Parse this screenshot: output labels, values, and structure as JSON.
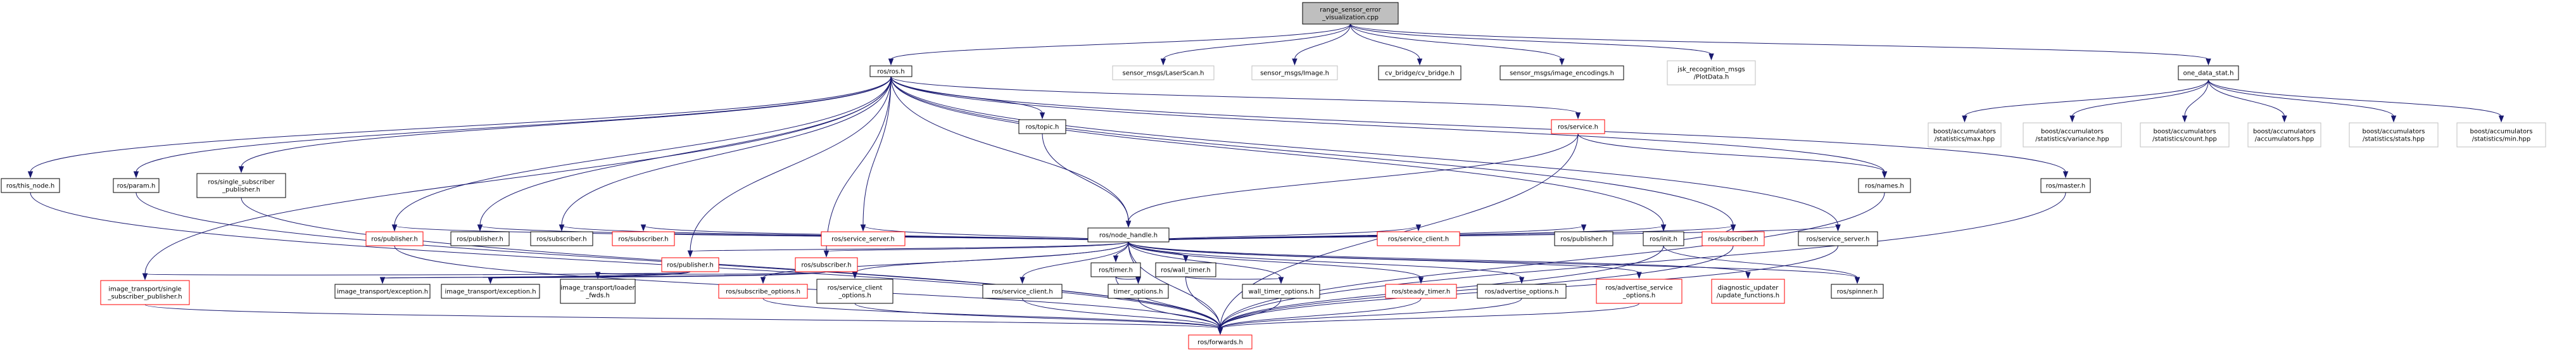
{
  "colors": {
    "edge": "#191970",
    "box_normal": "#000000",
    "box_missing_doc": "#ff0000",
    "box_external": "#bfbfbf",
    "root_fill": "#bfbfbf"
  },
  "nodes": [
    {
      "id": "root",
      "lines": [
        "range_sensor_error",
        "_visualization.cpp"
      ],
      "style": "root"
    },
    {
      "id": "rosros",
      "lines": [
        "ros/ros.h"
      ],
      "style": "normal"
    },
    {
      "id": "laserscan",
      "lines": [
        "sensor_msgs/LaserScan.h"
      ],
      "style": "external"
    },
    {
      "id": "image",
      "lines": [
        "sensor_msgs/Image.h"
      ],
      "style": "external"
    },
    {
      "id": "cvbridge",
      "lines": [
        "cv_bridge/cv_bridge.h"
      ],
      "style": "normal"
    },
    {
      "id": "imgenc",
      "lines": [
        "sensor_msgs/image_encodings.h"
      ],
      "style": "normal"
    },
    {
      "id": "plotdata",
      "lines": [
        "jsk_recognition_msgs",
        "/PlotData.h"
      ],
      "style": "external"
    },
    {
      "id": "onedata",
      "lines": [
        "one_data_stat.h"
      ],
      "style": "normal"
    },
    {
      "id": "bamax",
      "lines": [
        "boost/accumulators",
        "/statistics/max.hpp"
      ],
      "style": "external"
    },
    {
      "id": "bavar",
      "lines": [
        "boost/accumulators",
        "/statistics/variance.hpp"
      ],
      "style": "external"
    },
    {
      "id": "bacount",
      "lines": [
        "boost/accumulators",
        "/statistics/count.hpp"
      ],
      "style": "external"
    },
    {
      "id": "baacc",
      "lines": [
        "boost/accumulators",
        "/accumulators.hpp"
      ],
      "style": "external"
    },
    {
      "id": "bastats",
      "lines": [
        "boost/accumulators",
        "/statistics/stats.hpp"
      ],
      "style": "external"
    },
    {
      "id": "bamin",
      "lines": [
        "boost/accumulators",
        "/statistics/min.hpp"
      ],
      "style": "external"
    },
    {
      "id": "thisnode",
      "lines": [
        "ros/this_node.h"
      ],
      "style": "normal"
    },
    {
      "id": "param",
      "lines": [
        "ros/param.h"
      ],
      "style": "normal"
    },
    {
      "id": "singlesub",
      "lines": [
        "ros/single_subscriber",
        "_publisher.h"
      ],
      "style": "normal"
    },
    {
      "id": "topic",
      "lines": [
        "ros/topic.h"
      ],
      "style": "normal"
    },
    {
      "id": "service",
      "lines": [
        "ros/service.h"
      ],
      "style": "missing"
    },
    {
      "id": "names",
      "lines": [
        "ros/names.h"
      ],
      "style": "normal"
    },
    {
      "id": "master",
      "lines": [
        "ros/master.h"
      ],
      "style": "normal"
    },
    {
      "id": "nodehandle",
      "lines": [
        "ros/node_handle.h"
      ],
      "style": "normal"
    },
    {
      "id": "pub1",
      "lines": [
        "ros/publisher.h"
      ],
      "style": "missing"
    },
    {
      "id": "pub2",
      "lines": [
        "ros/publisher.h"
      ],
      "style": "normal"
    },
    {
      "id": "sub1",
      "lines": [
        "ros/subscriber.h"
      ],
      "style": "normal"
    },
    {
      "id": "sub2",
      "lines": [
        "ros/subscriber.h"
      ],
      "style": "missing"
    },
    {
      "id": "pub3",
      "lines": [
        "ros/publisher.h"
      ],
      "style": "missing"
    },
    {
      "id": "sub3",
      "lines": [
        "ros/subscriber.h"
      ],
      "style": "missing"
    },
    {
      "id": "svcserver1",
      "lines": [
        "ros/service_server.h"
      ],
      "style": "missing"
    },
    {
      "id": "timer",
      "lines": [
        "ros/timer.h"
      ],
      "style": "normal"
    },
    {
      "id": "walltimer",
      "lines": [
        "ros/wall_timer.h"
      ],
      "style": "normal"
    },
    {
      "id": "svcclient1",
      "lines": [
        "ros/service_client.h"
      ],
      "style": "missing"
    },
    {
      "id": "pub4",
      "lines": [
        "ros/publisher.h"
      ],
      "style": "normal"
    },
    {
      "id": "init",
      "lines": [
        "ros/init.h"
      ],
      "style": "normal"
    },
    {
      "id": "sub4",
      "lines": [
        "ros/subscriber.h"
      ],
      "style": "missing"
    },
    {
      "id": "svcserver2",
      "lines": [
        "ros/service_server.h"
      ],
      "style": "normal"
    },
    {
      "id": "itsingle",
      "lines": [
        "image_transport/single",
        "_subscriber_publisher.h"
      ],
      "style": "missing"
    },
    {
      "id": "itexc1",
      "lines": [
        "image_transport/exception.h"
      ],
      "style": "normal"
    },
    {
      "id": "itexc2",
      "lines": [
        "image_transport/exception.h"
      ],
      "style": "normal"
    },
    {
      "id": "itloader",
      "lines": [
        "image_transport/loader",
        "_fwds.h"
      ],
      "style": "normal"
    },
    {
      "id": "subopts",
      "lines": [
        "ros/subscribe_options.h"
      ],
      "style": "missing"
    },
    {
      "id": "svcclientopts",
      "lines": [
        "ros/service_client",
        "_options.h"
      ],
      "style": "normal"
    },
    {
      "id": "svcclient2",
      "lines": [
        "ros/service_client.h"
      ],
      "style": "normal"
    },
    {
      "id": "timeropts",
      "lines": [
        "timer_options.h"
      ],
      "style": "normal"
    },
    {
      "id": "walltimeropts",
      "lines": [
        "wall_timer_options.h"
      ],
      "style": "normal"
    },
    {
      "id": "steadytimer",
      "lines": [
        "ros/steady_timer.h"
      ],
      "style": "missing"
    },
    {
      "id": "advopts",
      "lines": [
        "ros/advertise_options.h"
      ],
      "style": "normal"
    },
    {
      "id": "advsvcopts",
      "lines": [
        "ros/advertise_service",
        "_options.h"
      ],
      "style": "missing"
    },
    {
      "id": "diag",
      "lines": [
        "diagnostic_updater",
        "/update_functions.h"
      ],
      "style": "missing"
    },
    {
      "id": "spinner",
      "lines": [
        "ros/spinner.h"
      ],
      "style": "normal"
    },
    {
      "id": "forwards",
      "lines": [
        "ros/forwards.h"
      ],
      "style": "missing"
    }
  ]
}
